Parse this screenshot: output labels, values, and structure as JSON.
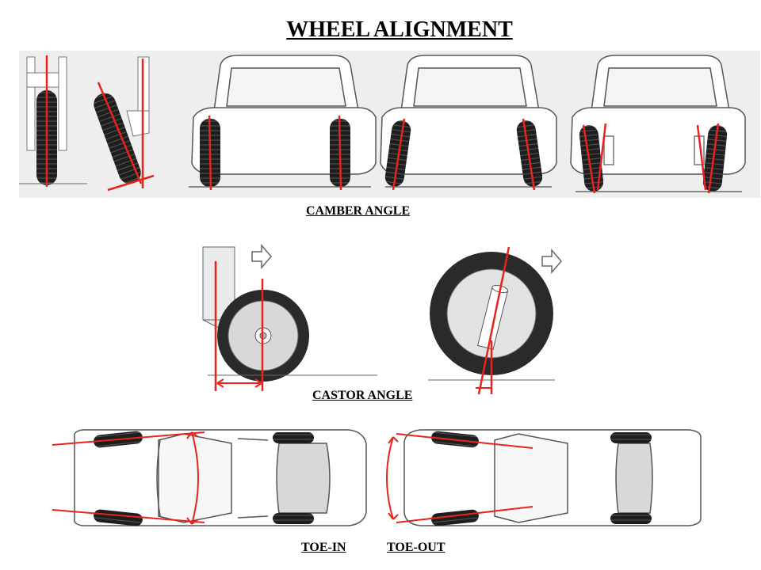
{
  "title": "WHEEL ALIGNMENT",
  "sections": {
    "camber": {
      "label": "CAMBER ANGLE"
    },
    "castor": {
      "label": "CASTOR ANGLE"
    },
    "toe": {
      "toe_in_label": "TOE-IN",
      "toe_out_label": "TOE-OUT"
    }
  },
  "colors": {
    "reference_line": "#e8231c",
    "tyre": "#1e1e1e",
    "outline": "#555555",
    "photo_bg": "#eeeeee"
  }
}
